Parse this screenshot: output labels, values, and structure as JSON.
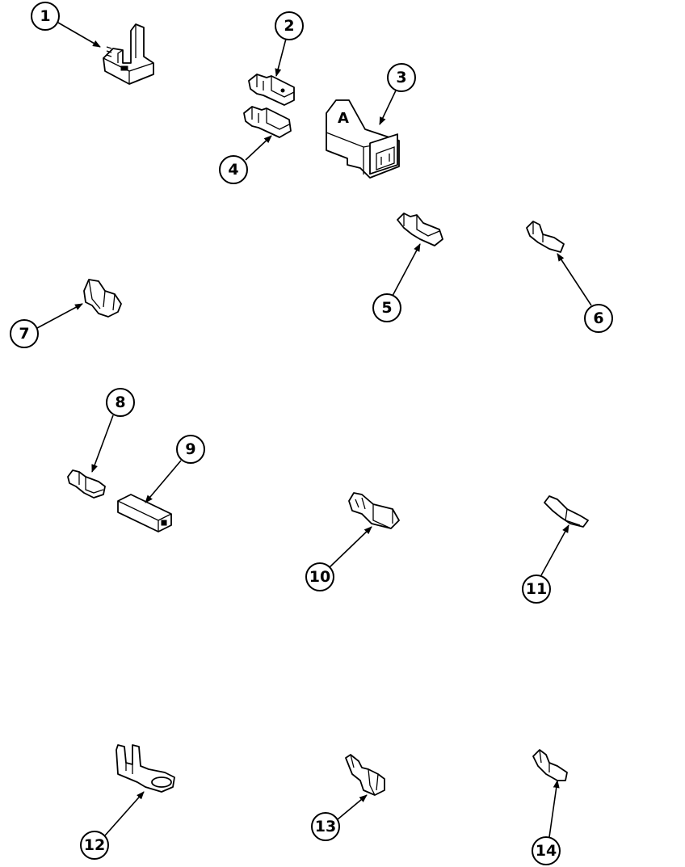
{
  "colors": {
    "line": "#000000",
    "background": "#ffffff"
  },
  "callouts": [
    {
      "id": "1",
      "label": "1"
    },
    {
      "id": "2",
      "label": "2"
    },
    {
      "id": "3",
      "label": "3"
    },
    {
      "id": "4",
      "label": "4"
    },
    {
      "id": "5",
      "label": "5"
    },
    {
      "id": "6",
      "label": "6"
    },
    {
      "id": "7",
      "label": "7"
    },
    {
      "id": "8",
      "label": "8"
    },
    {
      "id": "9",
      "label": "9"
    },
    {
      "id": "10",
      "label": "10"
    },
    {
      "id": "11",
      "label": "11"
    },
    {
      "id": "12",
      "label": "12"
    },
    {
      "id": "13",
      "label": "13"
    },
    {
      "id": "14",
      "label": "14"
    }
  ],
  "parts": {
    "connector_3_letter": "A"
  }
}
